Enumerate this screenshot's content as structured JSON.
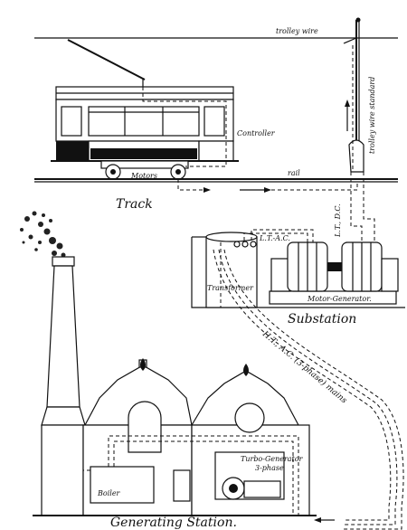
{
  "labels": {
    "trolley_wire": "trolley wire",
    "trolley_wire_standard": "trolley wire standard",
    "controller": "Controller",
    "motors": "Motors",
    "rail": "rail",
    "lt_dc": "L.T., D.C.",
    "track": "Track",
    "lt_ac": "L.T.-A.C.",
    "transformer": "Transformer",
    "motor_generator": "Motor-Generator.",
    "substation": "Substation",
    "ht_ac_mains": "H.T., A.C. (3-phase) mains",
    "turbo_generator": "Turbo-Generator",
    "three_phase": "3-phase",
    "boiler": "Boiler",
    "generating_station": "Generating Station."
  }
}
